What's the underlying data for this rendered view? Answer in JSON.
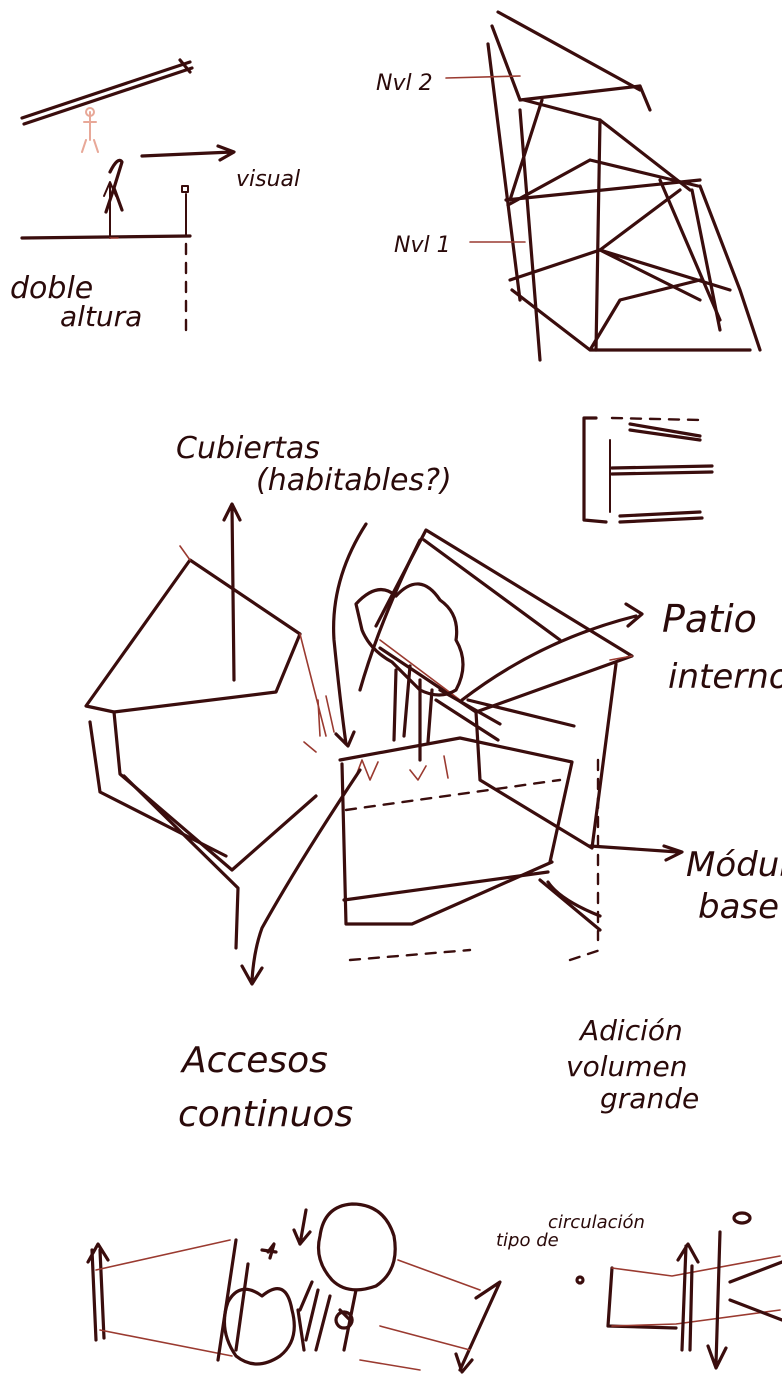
{
  "labels": {
    "visual": "visual",
    "doble_altura_1": "doble",
    "doble_altura_2": "altura",
    "nivel2": "Nvl 2",
    "nivel1": "Nvl 1",
    "cubiertas_1": "Cubiertas",
    "cubiertas_2": "(habitables?)",
    "patio_1": "Patio",
    "patio_2": "interno",
    "modulo_1": "Módulo",
    "modulo_2": "base",
    "adicion_1": "Adición",
    "adicion_2": "volumen",
    "adicion_3": "grande",
    "accesos_1": "Accesos",
    "accesos_2": "continuos",
    "circulacion_1": "tipo de",
    "circulacion_2": "circulación"
  },
  "colors": {
    "ink": "#3a0d0d",
    "accent": "#9a3a30",
    "paper": "#ffffff"
  }
}
